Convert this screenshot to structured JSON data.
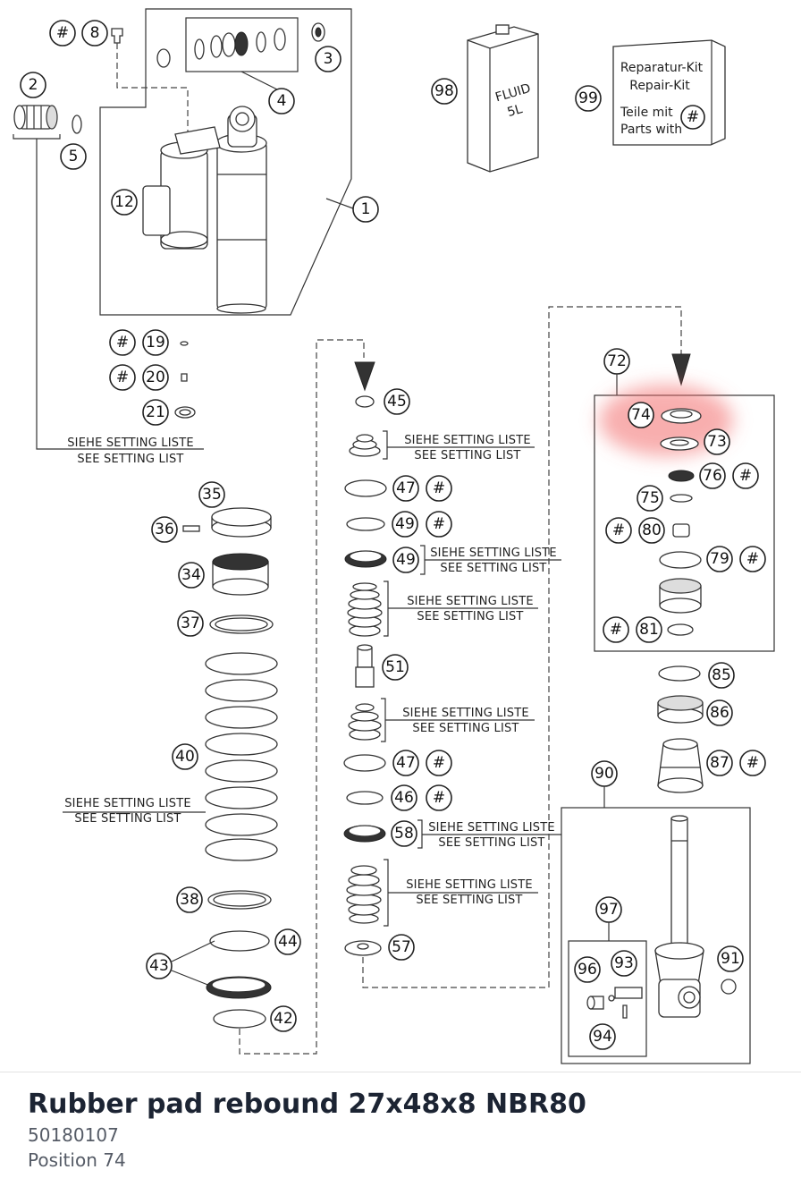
{
  "diagram": {
    "callouts": {
      "hash": "#",
      "c1": "1",
      "c2": "2",
      "c3": "3",
      "c4": "4",
      "c5": "5",
      "c8": "8",
      "c12": "12",
      "c19": "19",
      "c20": "20",
      "c21": "21",
      "c34": "34",
      "c35": "35",
      "c36": "36",
      "c37": "37",
      "c38": "38",
      "c40": "40",
      "c42": "42",
      "c43": "43",
      "c44": "44",
      "c45": "45",
      "c46": "46",
      "c47": "47",
      "c49": "49",
      "c51": "51",
      "c57": "57",
      "c58": "58",
      "c72": "72",
      "c73": "73",
      "c74": "74",
      "c75": "75",
      "c76": "76",
      "c79": "79",
      "c80": "80",
      "c81": "81",
      "c85": "85",
      "c86": "86",
      "c87": "87",
      "c90": "90",
      "c91": "91",
      "c93": "93",
      "c94": "94",
      "c96": "96",
      "c97": "97",
      "c98": "98",
      "c99": "99"
    },
    "setting_note_de": "SIEHE SETTING LISTE",
    "setting_note_en": "SEE SETTING LIST",
    "fluid_label": "FLUID",
    "fluid_volume": "5L",
    "repair_kit": {
      "line1": "Reparatur-Kit",
      "line2": "Repair-Kit",
      "line3": "Teile mit",
      "line4": "Parts with"
    },
    "highlight_color": "#f26b6b"
  },
  "part": {
    "title": "Rubber pad rebound 27x48x8 NBR80",
    "number": "50180107",
    "position": "Position 74"
  }
}
